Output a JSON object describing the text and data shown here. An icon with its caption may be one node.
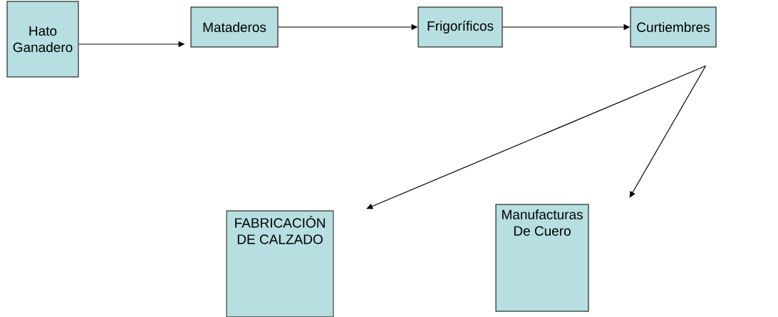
{
  "diagram": {
    "nodes": [
      {
        "text": [
          "Hato Ganadero"
        ]
      },
      {
        "text": [
          "Mataderos"
        ]
      },
      {
        "text": [
          "Frigoríficos"
        ]
      },
      {
        "text": [
          "Curtiembres"
        ]
      },
      {
        "text": [
          "FABRICACIÓN DE CALZADO"
        ]
      },
      {
        "text": [
          "Manufacturas De Cuero"
        ]
      }
    ],
    "edges": [
      {
        "from": 0,
        "to": 1,
        "arrow": "to"
      },
      {
        "from": 1,
        "to": 2,
        "arrow": "to"
      },
      {
        "from": 2,
        "to": 3,
        "arrow": "to"
      },
      {
        "from": 3,
        "to": 4,
        "arrow": "to"
      },
      {
        "from": 3,
        "to": 5,
        "arrow": "to"
      }
    ]
  }
}
